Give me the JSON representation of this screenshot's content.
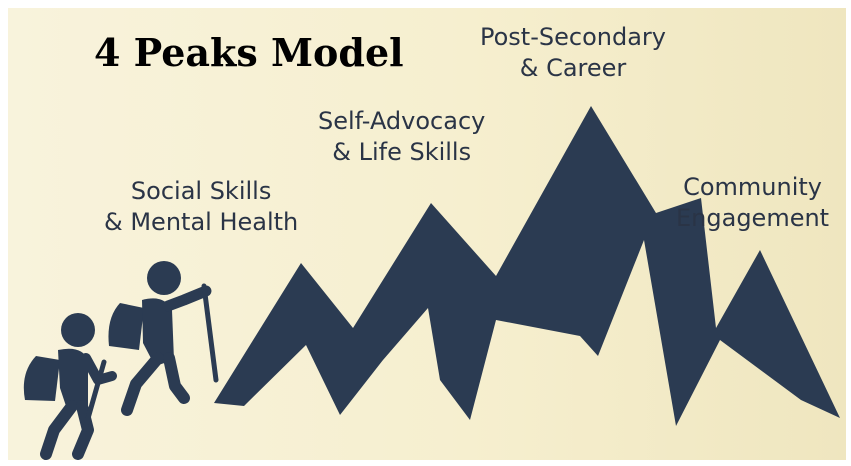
{
  "title": "4 Peaks Model",
  "colors": {
    "mountain": "#2b3b52",
    "text": "#2a3446",
    "background": "#f6efcf"
  },
  "peaks": [
    {
      "line1": "Social Skills",
      "line2": "& Mental Health"
    },
    {
      "line1": "Self-Advocacy",
      "line2": "& Life Skills"
    },
    {
      "line1": "Post-Secondary",
      "line2": "& Career"
    },
    {
      "line1": "Community",
      "line2": "Engagement"
    }
  ],
  "icons": {
    "mountain": "mountain-range-icon",
    "hikers": "hikers-icon"
  }
}
